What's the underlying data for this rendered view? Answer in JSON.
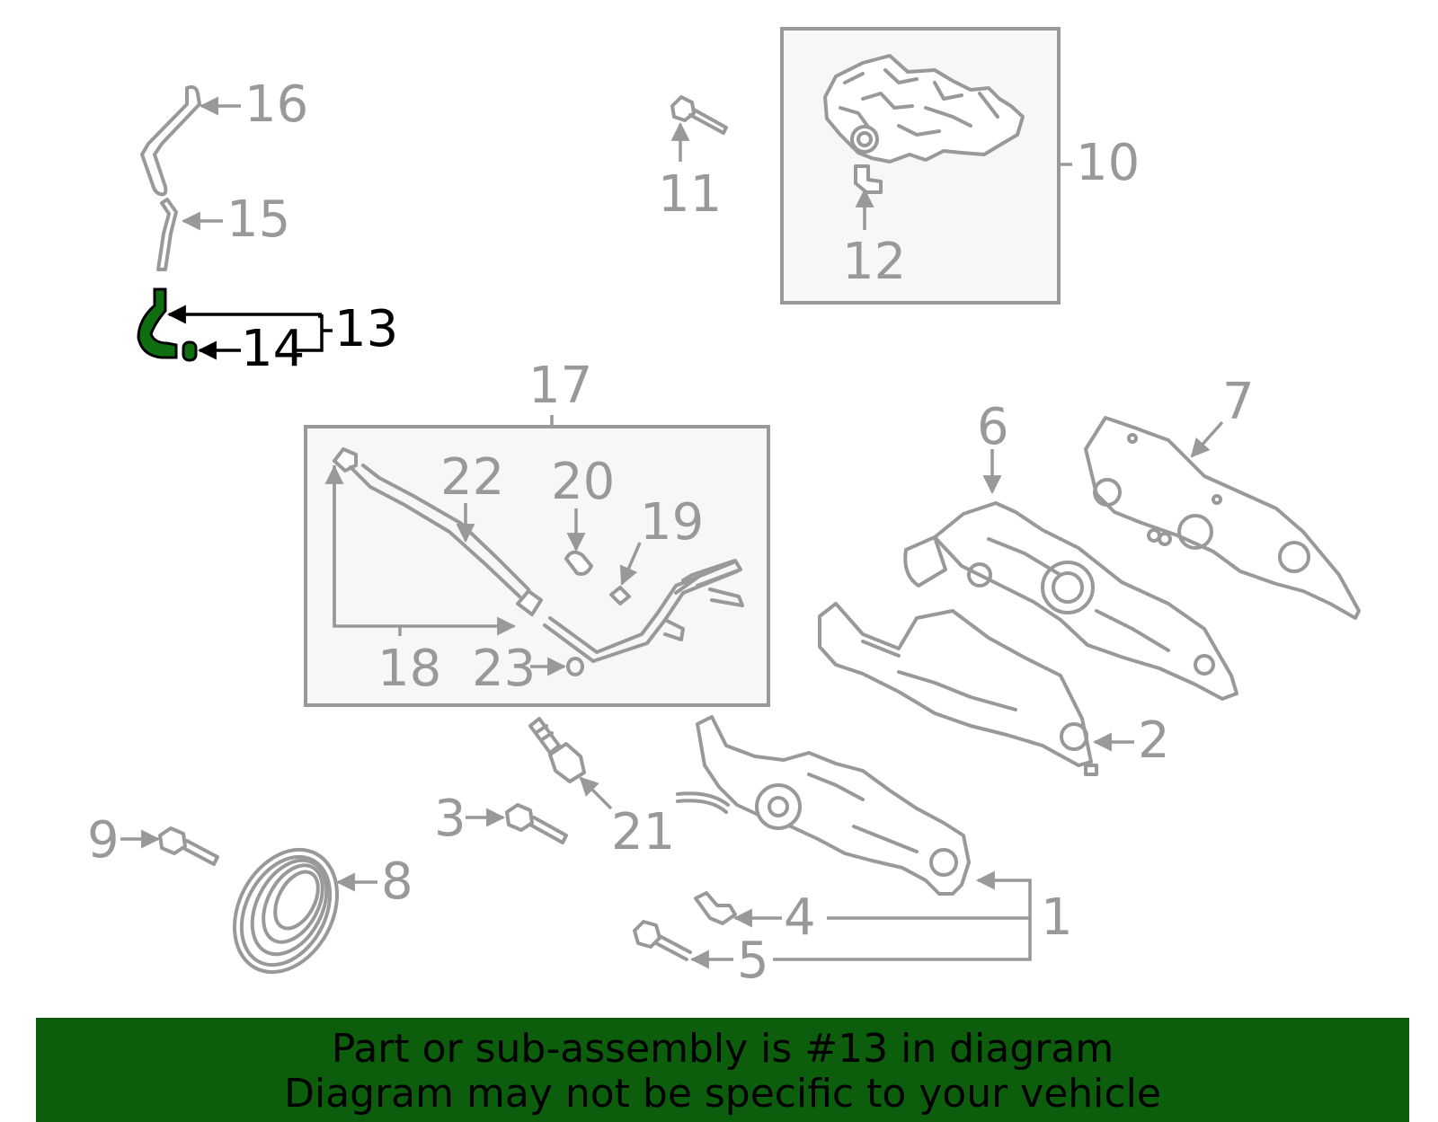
{
  "callouts": {
    "c1": "1",
    "c2": "2",
    "c3": "3",
    "c4": "4",
    "c5": "5",
    "c6": "6",
    "c7": "7",
    "c8": "8",
    "c9": "9",
    "c10": "10",
    "c11": "11",
    "c12": "12",
    "c13": "13",
    "c14": "14",
    "c15": "15",
    "c16": "16",
    "c17": "17",
    "c18": "18",
    "c19": "19",
    "c20": "20",
    "c21": "21",
    "c22": "22",
    "c23": "23"
  },
  "highlight": {
    "part_number": "13",
    "part_color": "#0f6e0f",
    "label_color": "#000000"
  },
  "colors": {
    "line": "#999999",
    "box_fill": "#f7f7f7",
    "banner_bg": "#0c5e0c",
    "banner_text": "#000000"
  },
  "banner": {
    "line1": "Part or sub-assembly is #13 in diagram",
    "line2": "Diagram may not be specific to your vehicle"
  }
}
